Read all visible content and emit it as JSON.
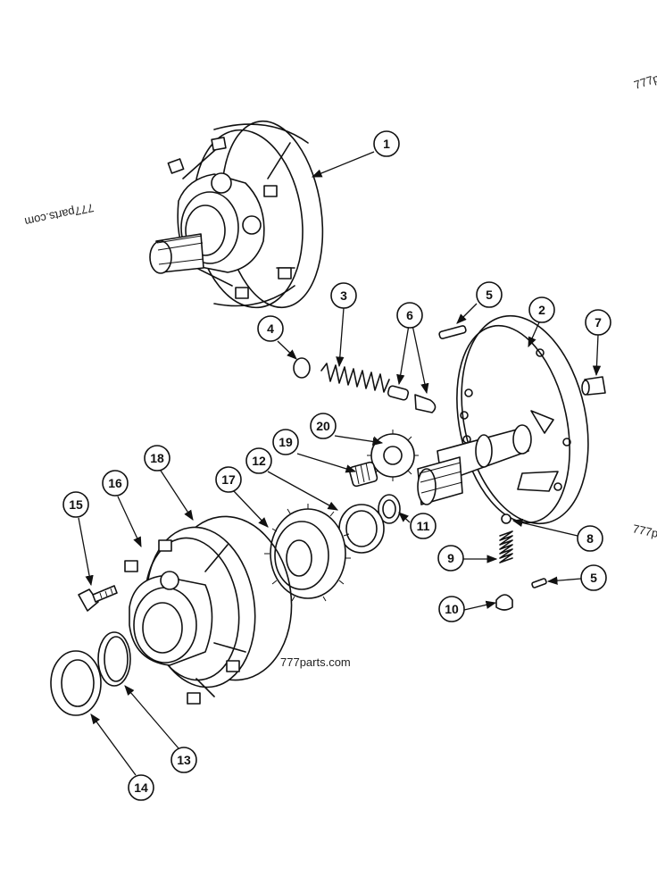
{
  "watermarks": {
    "center": "777parts.com",
    "rotated_left": "777parts.com",
    "top_right_edge": "777p",
    "right_edge": "777p"
  },
  "callouts": [
    "1",
    "2",
    "3",
    "4",
    "5",
    "6",
    "7",
    "8",
    "9",
    "10",
    "11",
    "12",
    "13",
    "14",
    "15",
    "16",
    "17",
    "18",
    "19",
    "20",
    "5"
  ]
}
